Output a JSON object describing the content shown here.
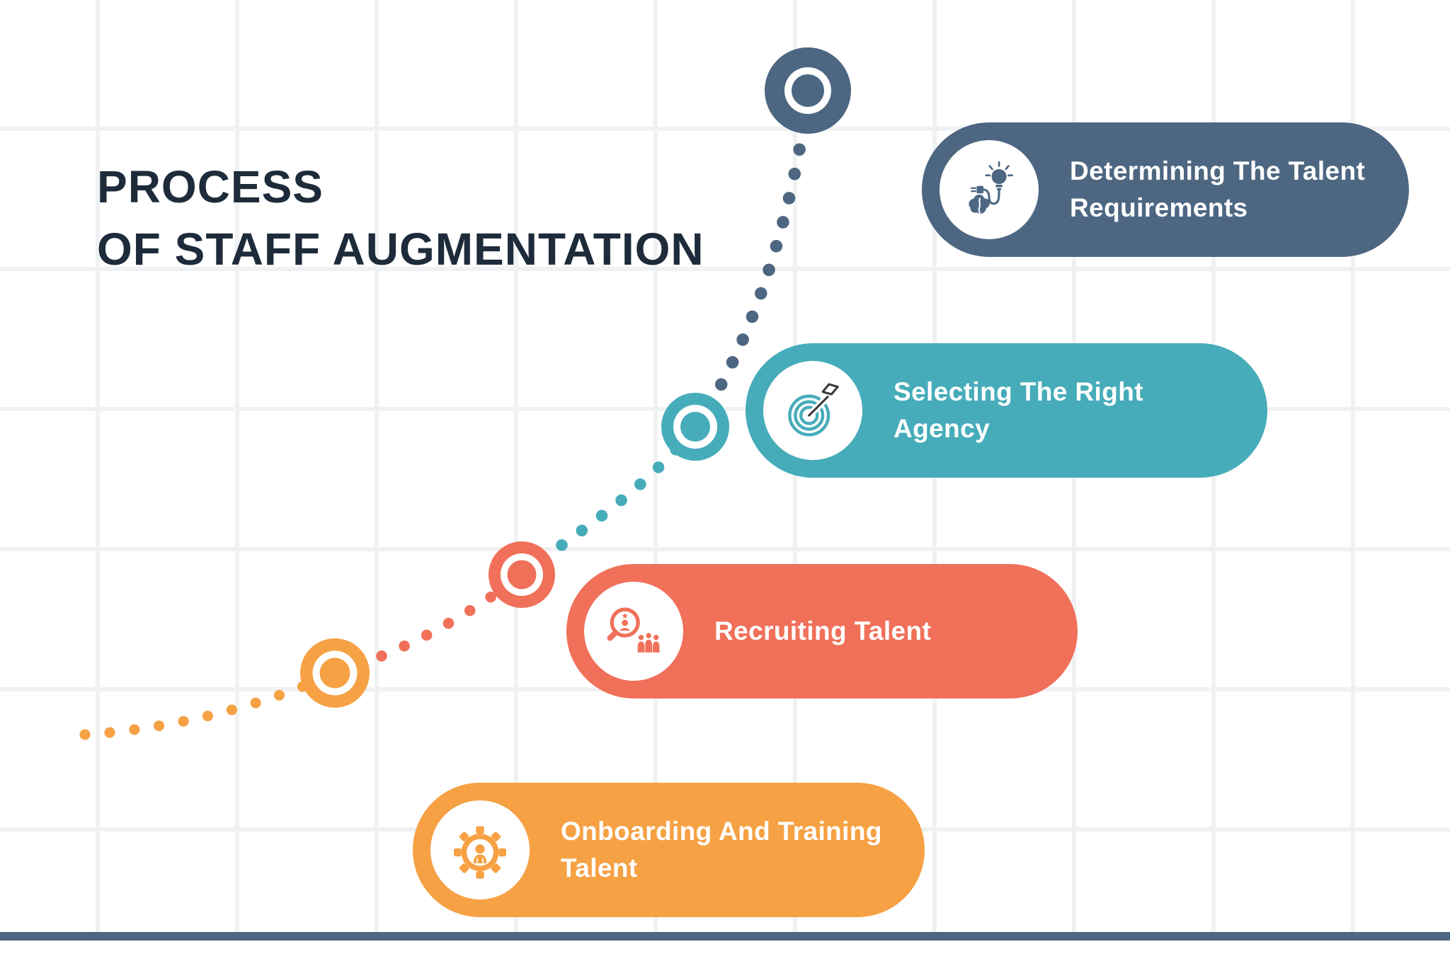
{
  "title": {
    "line1": "PROCESS",
    "line2": "OF STAFF AUGMENTATION"
  },
  "steps": [
    {
      "label_line1": "Determining The Talent",
      "label_line2": "Requirements",
      "color": "#4d6681",
      "icon": "brain-plug-bulb-icon"
    },
    {
      "label_line1": "Selecting The Right",
      "label_line2": "Agency",
      "color": "#46acba",
      "icon": "target-dart-icon"
    },
    {
      "label_line1": "Recruiting Talent",
      "color": "#f0705a",
      "icon": "talent-search-icon"
    },
    {
      "label_line1": "Onboarding And Training",
      "label_line2": "Talent",
      "color": "#f6a144",
      "icon": "gear-person-icon"
    }
  ],
  "palette": {
    "slate": "#4d6681",
    "teal": "#46acba",
    "coral": "#f0705a",
    "orange": "#f6a144",
    "title_text": "#1d2b3a",
    "grid_line": "#f0f1f2",
    "background": "#ffffff"
  }
}
